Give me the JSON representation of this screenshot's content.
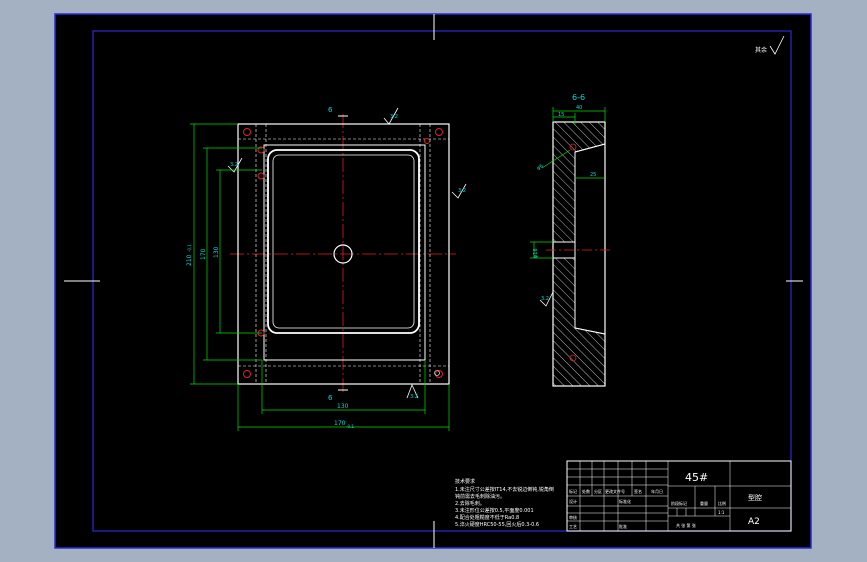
{
  "drawing": {
    "colors": {
      "background": "#a3b1c3",
      "paper": "#000000",
      "border": "#2a2ad8",
      "part": "#ffffff",
      "dimension": "#00e000",
      "centerline": "#e02020",
      "label": "#00d8d8",
      "hole": "#e02020"
    },
    "roughness_note": "其余",
    "front_view": {
      "section_mark_top": "6",
      "section_mark_bottom": "6",
      "roughness_left": "3.2",
      "roughness_right": "3.2",
      "roughness_bottom": "3.2",
      "roughness_top": "3.2",
      "dim_height_outer": "210",
      "dim_height_outer_tol": "-0.1",
      "dim_height_mid": "170",
      "dim_height_inner": "130",
      "dim_width_inner": "130",
      "dim_width_outer": "170",
      "dim_width_outer_tol": "-0.1"
    },
    "section_view": {
      "title": "6-6",
      "dim_40": "40",
      "dim_15": "15",
      "dim_25": "25",
      "dim_phi6": "φ6",
      "dim_phi16": "φ16",
      "roughness": "3.2"
    },
    "tech_notes": [
      "技术要求",
      "1.未注尺寸公差按IT14,不去锐边倒钝,锐角倒",
      "  钝前需去毛刺除油污。",
      "2.去除毛刺。",
      "3.未注形位公差按0.5,平面度0.001",
      "4.配合处粗糙度不低于Ra0.8",
      "5.淬火硬度HRC50-55,回火后0.3-0.6"
    ],
    "title_block": {
      "material": "45#",
      "part_name": "型腔",
      "scale": "A2",
      "row_labels": [
        "标记",
        "处数",
        "分区",
        "更改文件号",
        "签名",
        "年月日"
      ],
      "side_labels": [
        "设计",
        "审核",
        "工艺"
      ],
      "std_label": "标准化",
      "approve_label": "批准",
      "stage_label": "阶段标记",
      "weight_label": "重量",
      "ratio_label": "比例",
      "sheet_label": "共 张 第 张",
      "ratio_value": "1:1"
    }
  }
}
